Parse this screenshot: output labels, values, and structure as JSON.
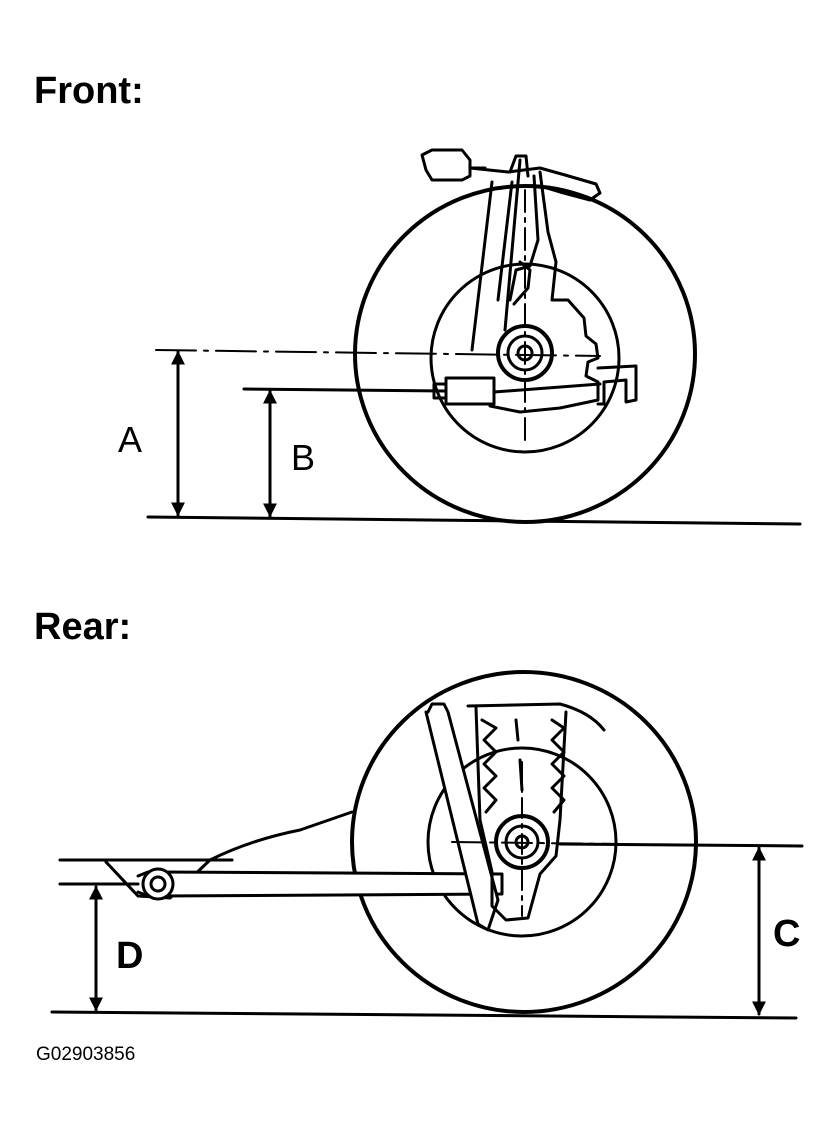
{
  "headings": {
    "front": "Front:",
    "rear": "Rear:"
  },
  "dimension_labels": {
    "a": "A",
    "b": "B",
    "c": "C",
    "d": "D"
  },
  "figure_id": "G02903856",
  "colors": {
    "ink": "#000000",
    "paper": "#ffffff"
  }
}
